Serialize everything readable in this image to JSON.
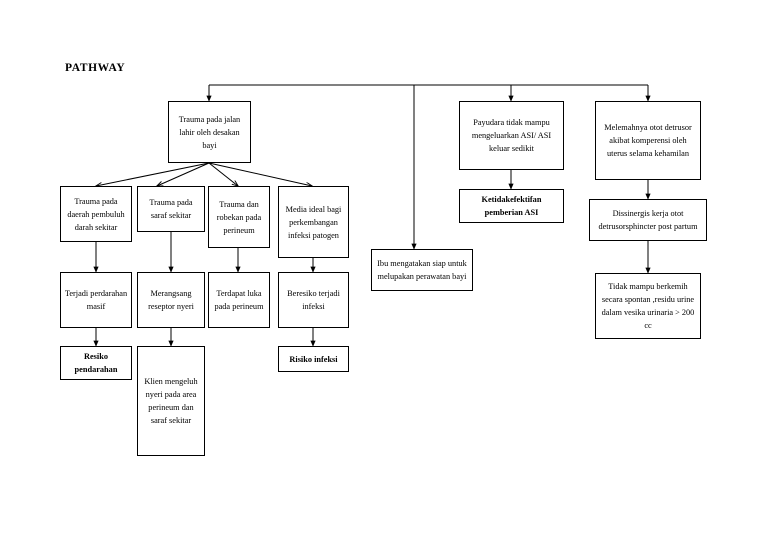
{
  "document": {
    "title": "PATHWAY",
    "type": "flowchart-pathway-diagram",
    "background_color": "#ffffff",
    "line_color": "#000000",
    "text_color": "#000000"
  },
  "nodes": {
    "trauma_jalan_lahir": "Trauma pada jalan lahir oleh desakan bayi",
    "payudara_tidak_mampu": "Payudara tidak mampu mengeluarkan ASI/ ASI keluar sedikit",
    "melemahnya_otot": "Melemahnya otot detrusor akibat komperensi oleh uterus selama kehamilan",
    "ketidakefektifan_asi": "Ketidakefektifan pemberian ASI",
    "dissinergis": "Dissinergis kerja otot detrusorsphincter post partum",
    "tidak_mampu_berkemih": "Tidak mampu berkemih secara spontan ,residu urine dalam vesika urinaria > 200 cc",
    "ibu_mengatakan": "Ibu mengatakan siap untuk melupakan perawatan bayi",
    "trauma_pembuluh_darah": "Trauma pada daerah pembuluh darah sekitar",
    "trauma_saraf": "Trauma pada saraf sekitar",
    "trauma_robekan": "Trauma dan robekan pada perineum",
    "media_ideal": "Media ideal bagi perkembangan infeksi patogen",
    "terjadi_perdarahan": "Terjadi perdarahan masif",
    "merangsang_reseptor": "Merangsang reseptor nyeri",
    "terdapat_luka": "Terdapat luka pada perineum",
    "beresiko_infeksi": "Beresiko terjadi infeksi",
    "resiko_pendarahan": "Resiko pendarahan",
    "klien_mengeluh": "Klien mengeluh nyeri pada area perineum dan saraf sekitar",
    "risiko_infeksi": "Risiko infeksi"
  }
}
